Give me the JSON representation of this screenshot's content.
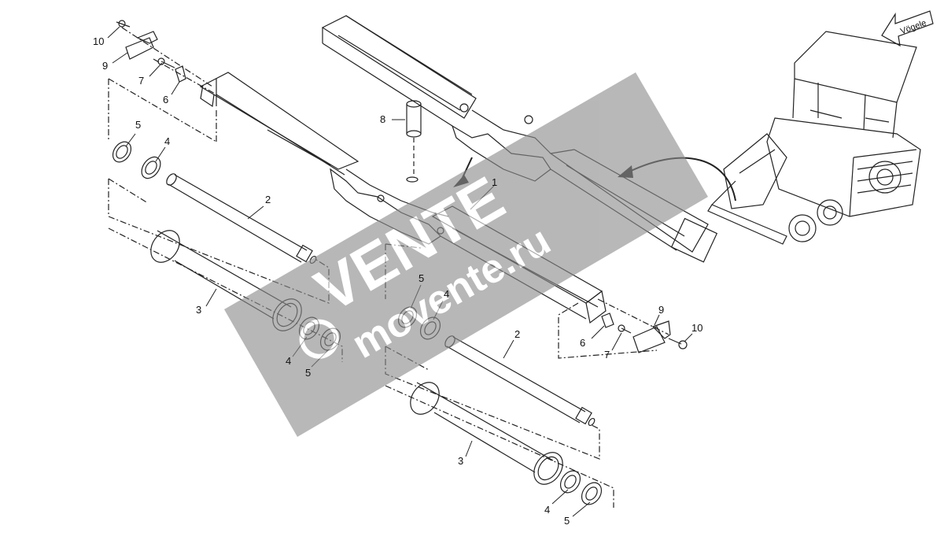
{
  "diagram": {
    "callouts": [
      {
        "id": "c10-left",
        "text": "10"
      },
      {
        "id": "c9-left",
        "text": "9"
      },
      {
        "id": "c7-left",
        "text": "7"
      },
      {
        "id": "c6-left",
        "text": "6"
      },
      {
        "id": "c5-left-top",
        "text": "5"
      },
      {
        "id": "c4-left-top",
        "text": "4"
      },
      {
        "id": "c2-left",
        "text": "2"
      },
      {
        "id": "c3-left",
        "text": "3"
      },
      {
        "id": "c4-left-bottom",
        "text": "4"
      },
      {
        "id": "c5-left-bottom",
        "text": "5"
      },
      {
        "id": "c8",
        "text": "8"
      },
      {
        "id": "c1",
        "text": "1"
      },
      {
        "id": "c5-right-top",
        "text": "5"
      },
      {
        "id": "c4-right-top",
        "text": "4"
      },
      {
        "id": "c2-right",
        "text": "2"
      },
      {
        "id": "c3-right",
        "text": "3"
      },
      {
        "id": "c4-right-bottom",
        "text": "4"
      },
      {
        "id": "c5-right-bottom",
        "text": "5"
      },
      {
        "id": "c9-right",
        "text": "9"
      },
      {
        "id": "c6-right",
        "text": "6"
      },
      {
        "id": "c7-right",
        "text": "7"
      },
      {
        "id": "c10-right",
        "text": "10"
      }
    ],
    "direction_arrow_label": "Vögele"
  },
  "watermark": {
    "word_top": "VENTE",
    "word_bottom": "movente.ru",
    "band_color": "#8c8c8c",
    "text_color": "#ffffff"
  },
  "colors": {
    "line": "#222222",
    "background": "#ffffff"
  }
}
